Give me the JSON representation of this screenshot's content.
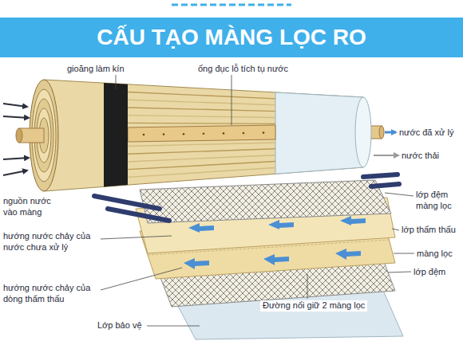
{
  "diagram": {
    "title": "CẤU TẠO MÀNG LỌC RO",
    "labels": [
      "gioăng làm kín",
      "ống đục lỗ tích tụ nước",
      "nước đã xử lý",
      "nước thải",
      "nguồn nước vào màng",
      "lớp đệm màng lọc",
      "hướng nước chảy của nước chưa xử lý",
      "lớp thấm thấu",
      "màng lọc",
      "lớp đệm",
      "hướng nước chảy của dòng thẩm thấu",
      "Đường nối giữ 2 màng lọc",
      "Lớp bảo vệ"
    ]
  }
}
